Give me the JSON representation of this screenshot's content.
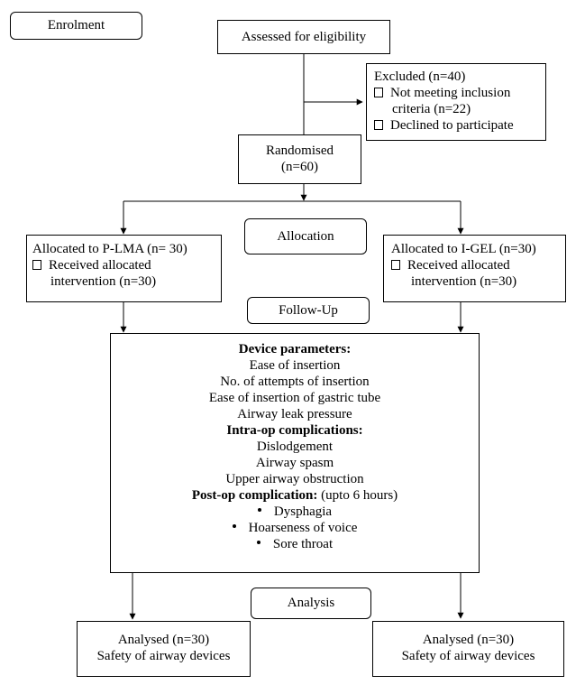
{
  "stages": {
    "enrolment": "Enrolment",
    "allocation": "Allocation",
    "followup": "Follow-Up",
    "analysis": "Analysis"
  },
  "assessed": "Assessed for eligibility",
  "excluded": {
    "title": "Excluded (n=40)",
    "item1_line1": "Not meeting inclusion",
    "item1_line2": "criteria (n=22)",
    "item2": "Declined to participate"
  },
  "randomised": {
    "line1": "Randomised",
    "line2": "(n=60)"
  },
  "plma": {
    "title": "Allocated to P-LMA (n= 30)",
    "line2": "Received allocated",
    "line3": "intervention (n=30)"
  },
  "igel": {
    "title": "Allocated to I-GEL (n=30)",
    "line2": "Received allocated",
    "line3": "intervention (n=30)"
  },
  "params": {
    "device_header": "Device parameters:",
    "device_items": [
      "Ease of insertion",
      "No. of attempts of insertion",
      "Ease of insertion of gastric tube",
      "Airway leak pressure"
    ],
    "intraop_header": "Intra-op complications:",
    "intraop_items": [
      "Dislodgement",
      "Airway spasm",
      "Upper airway obstruction"
    ],
    "postop_header": "Post-op complication:",
    "postop_note": " (upto 6 hours)",
    "postop_items": [
      "Dysphagia",
      "Hoarseness of voice",
      "Sore throat"
    ]
  },
  "analysed_left": {
    "line1": "Analysed (n=30)",
    "line2": "Safety of airway devices"
  },
  "analysed_right": {
    "line1": "Analysed (n=30)",
    "line2": "Safety of airway devices"
  }
}
